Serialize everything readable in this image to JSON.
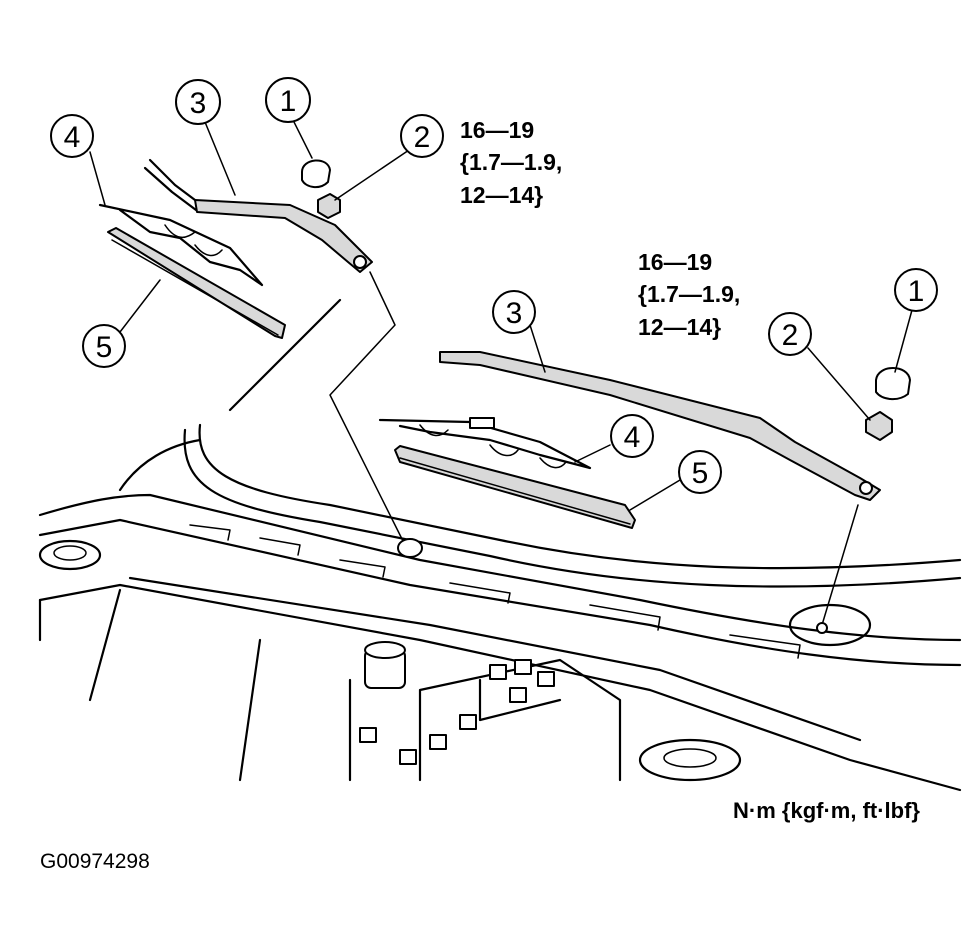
{
  "torque_specs": [
    {
      "line1": "16—19",
      "line2": "{1.7—1.9,",
      "line3": "12—14}"
    },
    {
      "line1": "16—19",
      "line2": "{1.7—1.9,",
      "line3": "12—14}"
    }
  ],
  "callouts": {
    "left": [
      "1",
      "2",
      "3",
      "4",
      "5"
    ],
    "right": [
      "1",
      "2",
      "3",
      "4",
      "5"
    ]
  },
  "units_legend": "N·m {kgf·m, ft·lbf}",
  "figure_id": "G00974298"
}
